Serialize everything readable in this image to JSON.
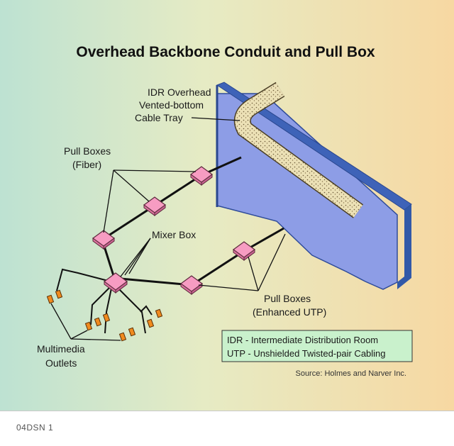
{
  "title": "Overhead Backbone Conduit and Pull Box",
  "labels": {
    "tray": [
      "IDR Overhead",
      "Vented-bottom",
      "Cable Tray"
    ],
    "pull_fiber": [
      "Pull Boxes",
      "(Fiber)"
    ],
    "mixer": "Mixer Box",
    "pull_utp": [
      "Pull Boxes",
      "(Enhanced UTP)"
    ],
    "outlets": [
      "Multimedia",
      "Outlets"
    ]
  },
  "legend": [
    "IDR - Intermediate Distribution Room",
    "UTP - Unshielded Twisted-pair Cabling"
  ],
  "source": "Source: Holmes and Narver Inc.",
  "footer_code": "04DSN 1",
  "colors": {
    "background_left": "#bfe3d2",
    "background_right": "#f6d9a4",
    "wall": "#8f9ee8",
    "wall_edge": "#3f5fb0",
    "tray": "#ece1b6",
    "pull_box": "#f59ac0",
    "outlet": "#f08a1e",
    "legend_fill": "#c8f0cc"
  }
}
